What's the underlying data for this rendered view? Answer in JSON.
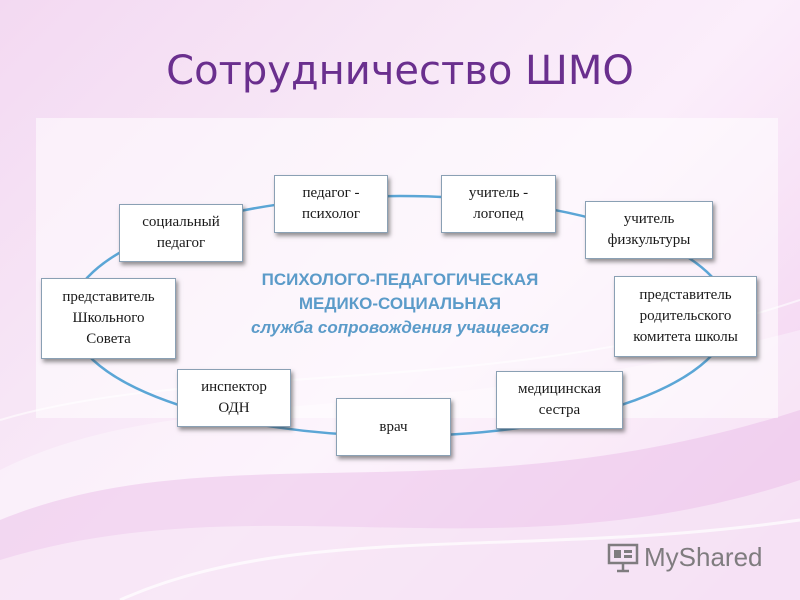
{
  "slide": {
    "title": "Сотрудничество ШМО",
    "center": {
      "line1": "ПСИХОЛОГО-ПЕДАГОГИЧЕСКАЯ",
      "line2": "МЕДИКО-СОЦИАЛЬНАЯ",
      "line3": "служба сопровождения учащегося"
    },
    "nodes": {
      "teacher_psychologist": "педагог -\nпсихолог",
      "teacher_speech_therapist": "учитель -\nлогопед",
      "pe_teacher": "учитель\nфизкультуры",
      "parent_committee_rep": "представитель\nродительского\nкомитета школы",
      "nurse": "медицинская\nсестра",
      "doctor": "врач",
      "inspector_odn": "инспектор\nОДН",
      "school_council_rep": "представитель\nШкольного\nСовета",
      "social_teacher": "социальный\nпедагог"
    },
    "watermark": {
      "text": "MyShared",
      "icon": "presentation-board-icon"
    },
    "colors": {
      "title": "#6a2f8e",
      "center_text": "#5b9bc9",
      "ring": "#5ba6d6"
    }
  }
}
